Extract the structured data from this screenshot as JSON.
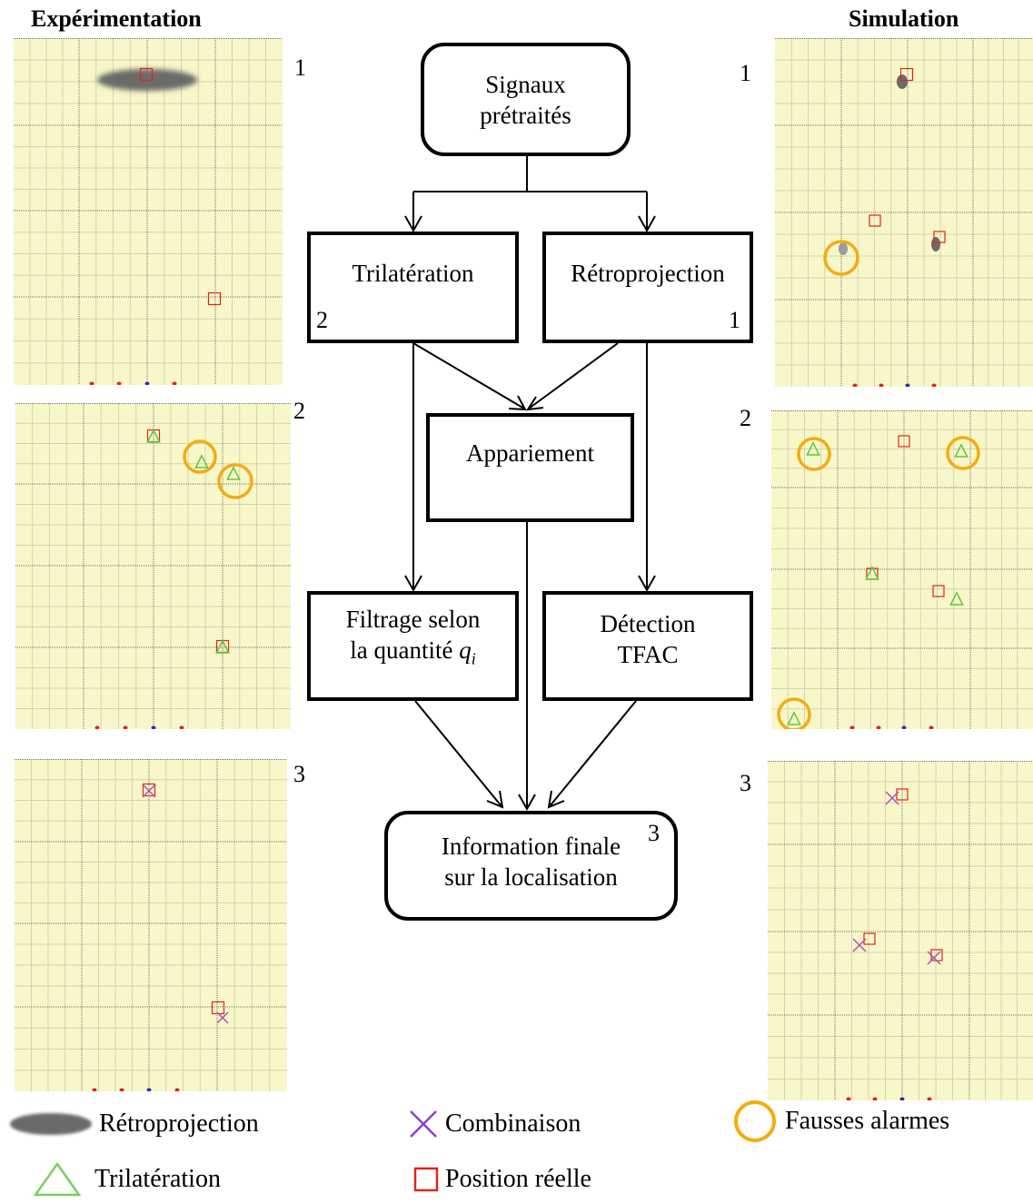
{
  "titles": {
    "left": "Expérimentation",
    "right": "Simulation"
  },
  "panel_labels": [
    "1",
    "2",
    "3"
  ],
  "flowchart": {
    "signals": [
      "Signaux",
      "prétraités"
    ],
    "trilateration": "Trilatération",
    "trilateration_num": "2",
    "retroprojection": "Rétroprojection",
    "retroprojection_num": "1",
    "matching": "Appariement",
    "filtering_line1": "Filtrage selon",
    "filtering_line2": "la quantité",
    "filtering_symbol": "q",
    "filtering_sub": "i",
    "detection": [
      "Détection",
      "TFAC"
    ],
    "final": [
      "Information finale",
      "sur la localisation"
    ],
    "final_num": "3"
  },
  "legend": {
    "retroprojection": "Rétroprojection",
    "combination": "Combinaison",
    "false_alarms": "Fausses alarmes",
    "trilateration": "Trilatération",
    "real_position": "Position réelle"
  },
  "colors": {
    "plot_bg": "#f8f7c9",
    "grid_major": "#6f6f6f",
    "grid_minor": "#d4d3b2",
    "retroprojection": "#6b6b6b",
    "trilateration": "#5cc93f",
    "real_position": "#e0261d",
    "combination": "#b04fb5",
    "false_alarm": "#f2ad14",
    "sensor_red": "#e02020",
    "sensor_blue": "#2030d0"
  },
  "icons": [
    "ellipse-icon",
    "cross-icon",
    "circle-icon",
    "triangle-icon",
    "square-icon"
  ]
}
